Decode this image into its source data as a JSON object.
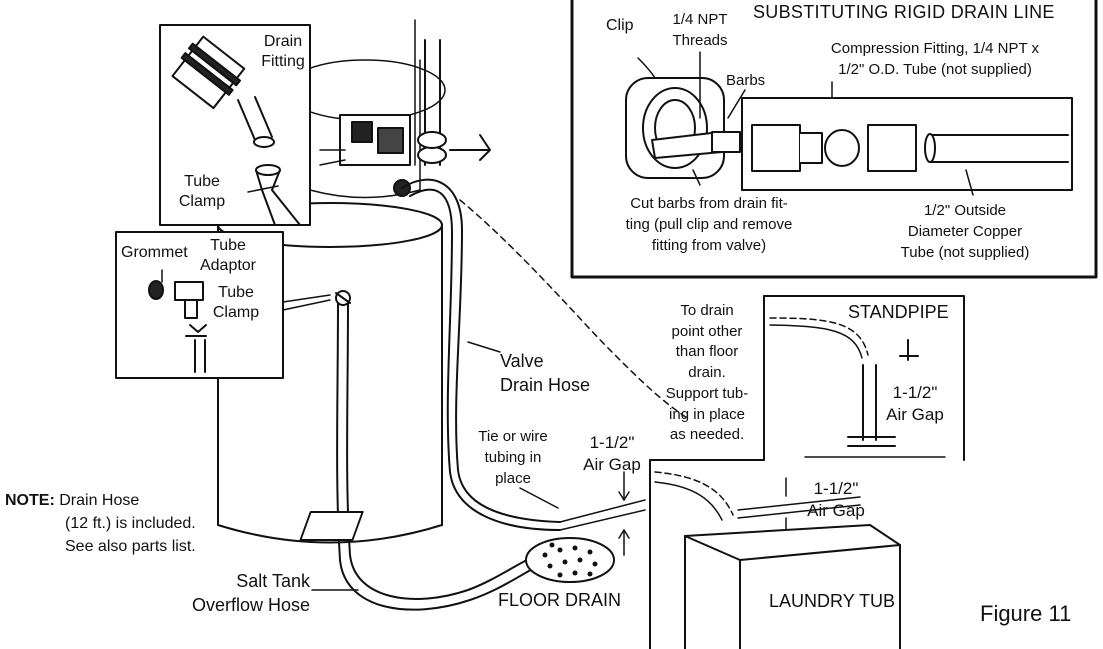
{
  "labels": {
    "drain_fitting": [
      "Drain",
      "Fitting"
    ],
    "tube_clamp_top": [
      "Tube",
      "Clamp"
    ],
    "grommet": "Grommet",
    "tube_adaptor": [
      "Tube",
      "Adaptor"
    ],
    "tube_clamp_mid": [
      "Tube",
      "Clamp"
    ],
    "valve_drain_hose": [
      "Valve",
      "Drain Hose"
    ],
    "tie_wire": [
      "Tie or wire",
      "tubing in",
      "place"
    ],
    "air_gap_floor": [
      "1-1/2\"",
      "Air Gap"
    ],
    "floor_drain": "FLOOR DRAIN",
    "salt_tank_overflow": [
      "Salt Tank",
      "Overflow Hose"
    ],
    "note_label": "NOTE:",
    "note_lines": [
      "Drain Hose",
      "(12 ft.) is included.",
      "See also parts list."
    ],
    "to_drain_point": [
      "To drain",
      "point other",
      "than floor",
      "drain.",
      "Support tub-",
      "ing in place",
      "as needed."
    ],
    "standpipe": "STANDPIPE",
    "air_gap_standpipe": [
      "1-1/2\"",
      "Air Gap"
    ],
    "air_gap_tub": [
      "1-1/2\"",
      "Air Gap"
    ],
    "laundry_tub": "LAUNDRY TUB",
    "figure": "Figure 11"
  },
  "rigid_panel": {
    "title": "SUBSTITUTING RIGID DRAIN LINE",
    "clip": "Clip",
    "npt_threads": [
      "1/4 NPT",
      "Threads"
    ],
    "barbs": "Barbs",
    "compression_fitting": [
      "Compression Fitting, 1/4 NPT x",
      "1/2\" O.D. Tube (not supplied)"
    ],
    "cut_barbs": [
      "Cut barbs from drain fit-",
      "ting (pull clip and remove",
      "fitting from valve)"
    ],
    "copper_tube": [
      "1/2\" Outside",
      "Diameter Copper",
      "Tube (not supplied)"
    ]
  }
}
